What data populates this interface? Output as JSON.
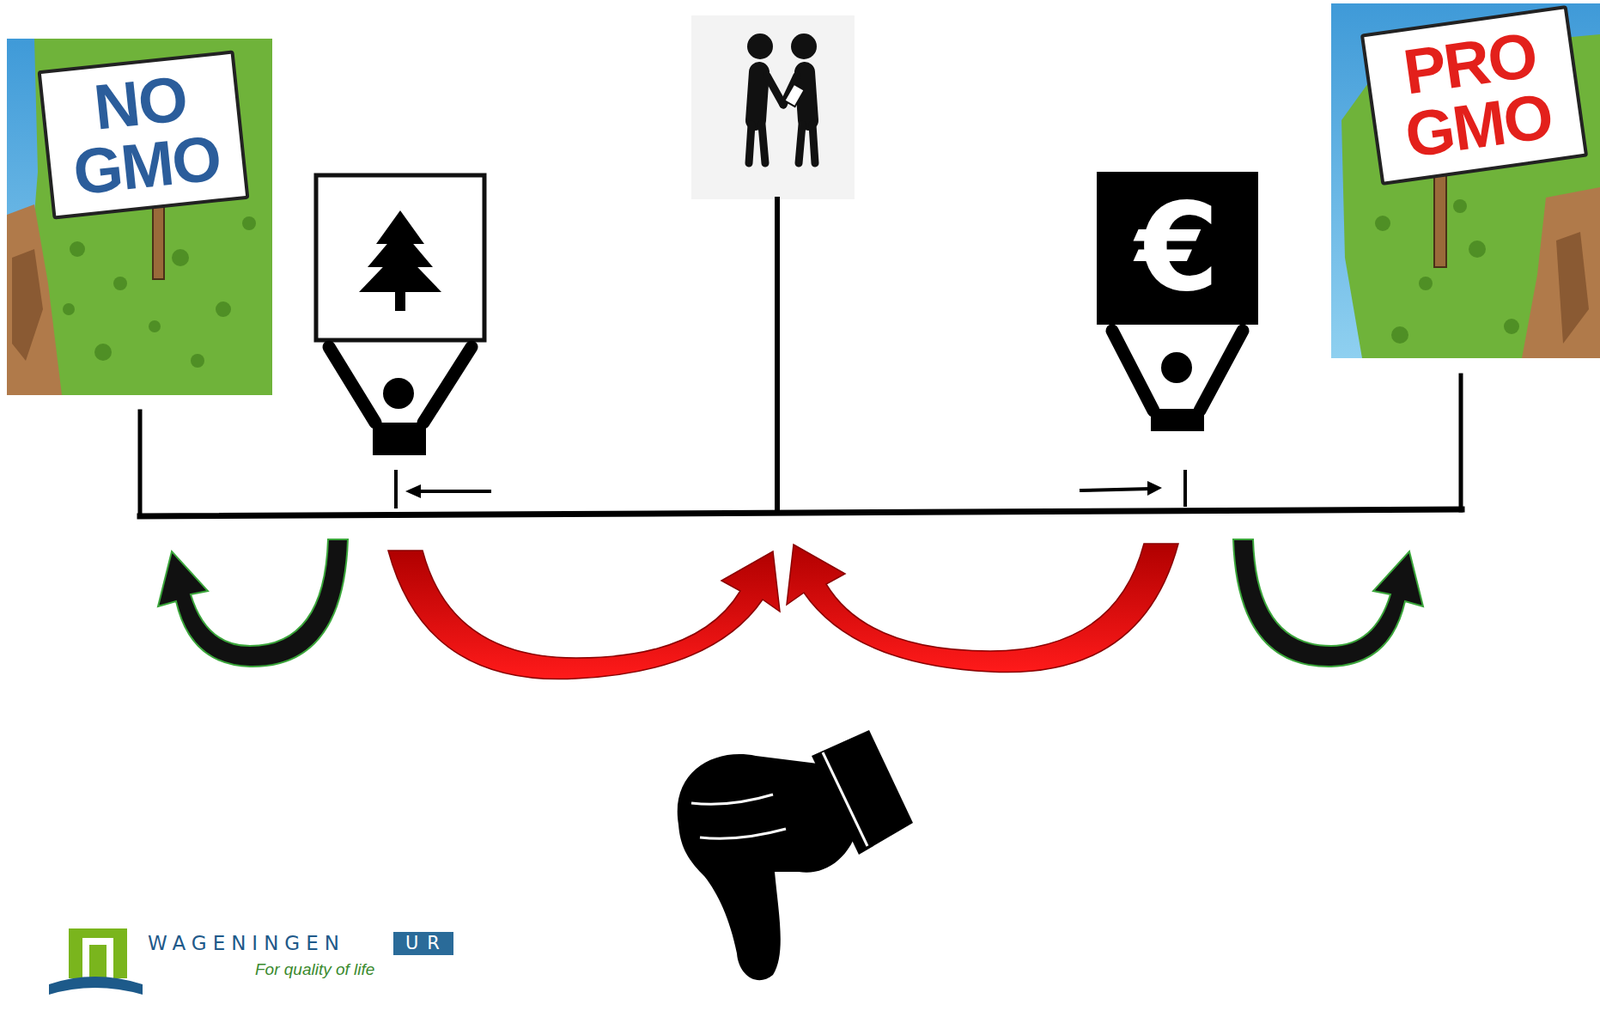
{
  "diagram": {
    "nodes": [
      {
        "text": [
          "NO GMO"
        ]
      },
      {
        "text": [
          "€"
        ]
      },
      {
        "text": [
          "PRO GMO"
        ]
      }
    ],
    "labels": [
      "WAGENINGEN",
      "UR",
      "For quality of life"
    ]
  }
}
